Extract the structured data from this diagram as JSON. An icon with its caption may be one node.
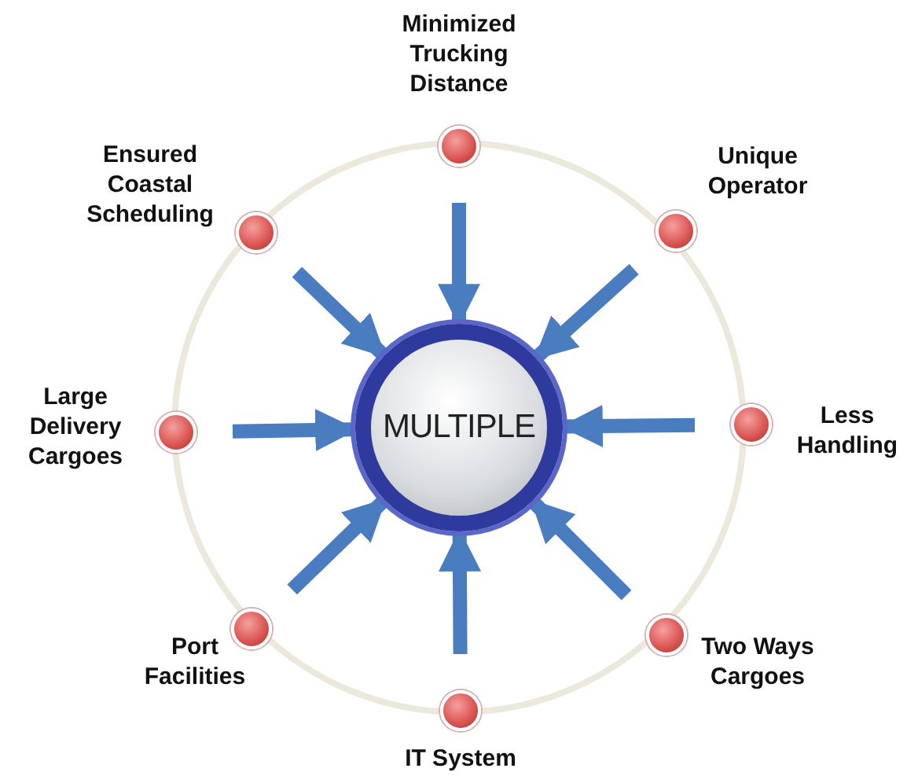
{
  "diagram": {
    "nodes": [
      {
        "text": [
          "MULTIPLE"
        ]
      },
      {
        "text": [],
        "shape": "circle",
        "beside": [
          "Minimized Trucking Distance"
        ]
      },
      {
        "text": [],
        "shape": "circle",
        "beside": [
          "Unique Operator"
        ]
      },
      {
        "text": [],
        "shape": "circle",
        "beside": [
          "Less Handling"
        ]
      },
      {
        "text": [],
        "shape": "circle",
        "beside": [
          "Two Ways Cargoes"
        ]
      },
      {
        "text": [],
        "shape": "circle",
        "beside": [
          "IT System"
        ]
      },
      {
        "text": [],
        "shape": "circle",
        "beside": [
          "Port Facilities"
        ]
      },
      {
        "text": [],
        "shape": "circle",
        "beside": [
          "Large Delivery Cargoes"
        ]
      },
      {
        "text": [],
        "shape": "circle",
        "beside": [
          "Ensured Coastal Scheduling"
        ]
      }
    ],
    "edges": [
      {
        "from": 1,
        "to": 0,
        "arrow": "to"
      },
      {
        "from": 2,
        "to": 0,
        "arrow": "to"
      },
      {
        "from": 3,
        "to": 0,
        "arrow": "to"
      },
      {
        "from": 4,
        "to": 0,
        "arrow": "to"
      },
      {
        "from": 5,
        "to": 0,
        "arrow": "to"
      },
      {
        "from": 6,
        "to": 0,
        "arrow": "to"
      },
      {
        "from": 7,
        "to": 0,
        "arrow": "to"
      },
      {
        "from": 8,
        "to": 0,
        "arrow": "to"
      }
    ]
  }
}
